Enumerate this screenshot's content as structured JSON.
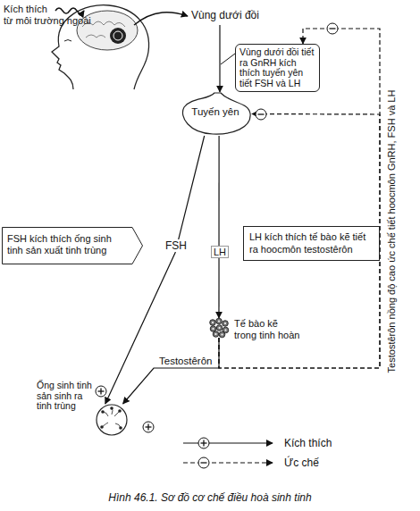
{
  "diagram": {
    "caption": "Hình 46.1. Sơ đồ cơ chế điều hoà sinh tinh",
    "nodes": [
      {
        "text": [
          "Vùng dưới đồi tiết ra GnRH kích thích tuyến yên tiết FSH và LH"
        ]
      },
      {
        "text": [
          "Tuyến yên"
        ]
      },
      {
        "text": [
          "FSH kích thích ống sinh tinh sản xuất tinh trùng"
        ]
      },
      {
        "text": [
          "LH kích thích tế bào kẽ tiết ra hoocmôn testostêrôn"
        ]
      },
      {
        "text": [
          "Tế bào kẽ trong tinh hoàn"
        ]
      },
      {
        "text": [
          "Ống sinh tinh sản sinh ra tinh trùng"
        ]
      }
    ],
    "edges": [
      {
        "from": 1,
        "to": 5,
        "arrow": "to",
        "label": "FSH"
      },
      {
        "from": 1,
        "to": 4,
        "arrow": "to",
        "label": "LH"
      },
      {
        "from": 4,
        "to": 5,
        "arrow": "to",
        "label": "Testostêrôn"
      },
      {
        "from": 4,
        "to": 0,
        "arrow": "to",
        "label": "Testostêrôn nồng độ cao ức chế tiết hoocmôn GnRH, FSH và LH"
      },
      {
        "from": 4,
        "to": 1,
        "arrow": "to"
      }
    ],
    "labels": [
      "Kích thích từ môi trường ngoài",
      "Vùng dưới đồi"
    ],
    "legend": [
      {
        "text": "Kích thích"
      },
      {
        "text": "Ức chế"
      }
    ]
  }
}
